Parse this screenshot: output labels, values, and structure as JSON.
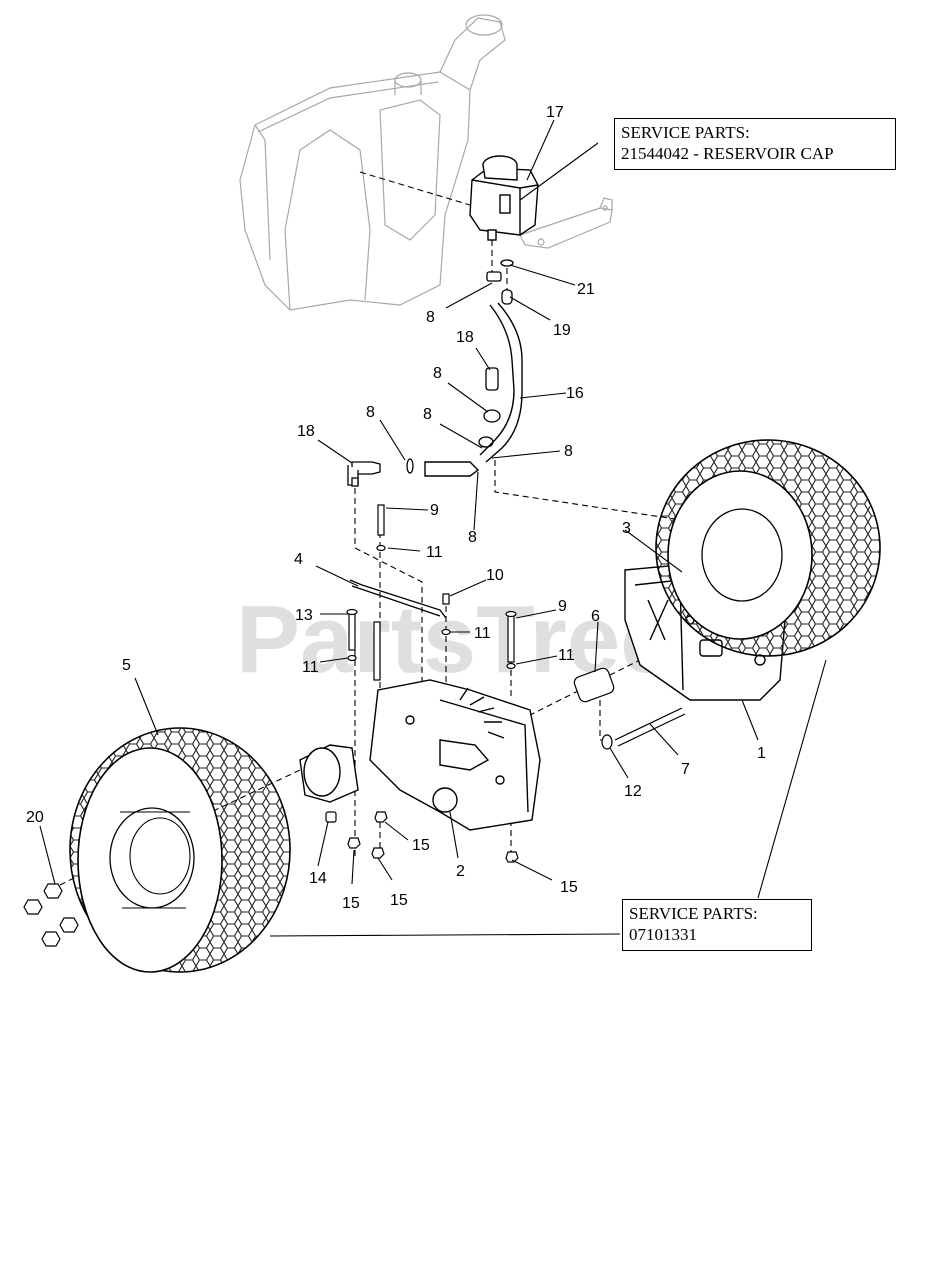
{
  "watermark": "PartsTree",
  "callouts": {
    "reservoir": {
      "line1": "SERVICE PARTS:",
      "line2": "21544042 - RESERVOIR CAP"
    },
    "tire": {
      "line1": "SERVICE PARTS:",
      "line2": "07101331"
    }
  },
  "labels": [
    "17",
    "21",
    "8",
    "19",
    "18",
    "8",
    "16",
    "8",
    "8",
    "8",
    "18",
    "8",
    "9",
    "11",
    "3",
    "4",
    "10",
    "9",
    "13",
    "11",
    "6",
    "11",
    "11",
    "1",
    "5",
    "7",
    "12",
    "20",
    "14",
    "15",
    "2",
    "15",
    "15",
    "15"
  ],
  "colors": {
    "ink": "#000000",
    "ghost": "#a8a8a8",
    "watermark": "#cfcfcf"
  }
}
